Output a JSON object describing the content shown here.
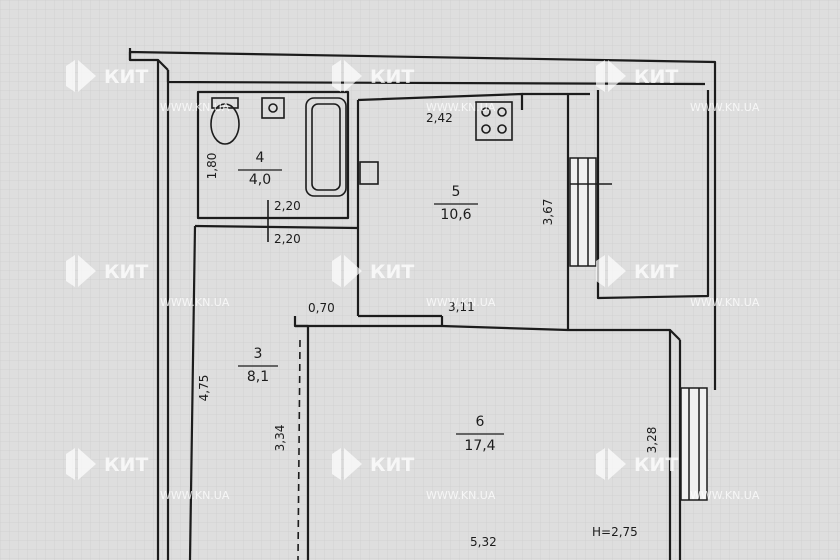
{
  "rooms": [
    {
      "number": "4",
      "area": "4,0"
    },
    {
      "number": "5",
      "area": "10,6"
    },
    {
      "number": "3",
      "area": "8,1"
    },
    {
      "number": "6",
      "area": "17,4"
    }
  ],
  "dimensions": [
    "1,80",
    "2,20",
    "2,20",
    "2,42",
    "3,67",
    "0,70",
    "3,11",
    "4,75",
    "3,34",
    "3,28",
    "5,32"
  ],
  "ceiling_height": "H=2,75",
  "watermark": {
    "brand": "КИТ",
    "url": "WWW.KN.UA"
  }
}
